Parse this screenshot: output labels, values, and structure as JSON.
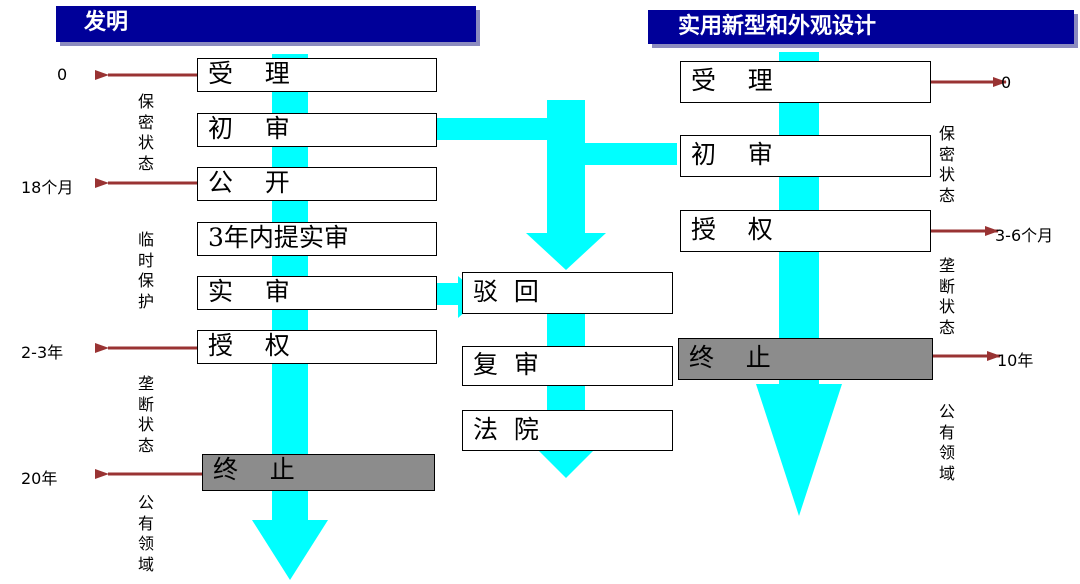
{
  "left_panel": {
    "title": "发明",
    "boxes": [
      "受    理",
      "初    审",
      "公    开",
      "3年内提实审",
      "实    审",
      "授    权",
      "终    止"
    ],
    "left_labels": [
      "0",
      "18个月",
      "2-3年",
      "20年"
    ],
    "state_labels": [
      "保密状态",
      "临时保护",
      "垄断状态",
      "公有领域"
    ]
  },
  "middle_panel": {
    "boxes": [
      "驳  回",
      "复  审",
      "法  院"
    ]
  },
  "right_panel": {
    "title": "实用新型和外观设计",
    "boxes": [
      "受    理",
      "初    审",
      "授    权",
      "终    止"
    ],
    "right_labels": [
      "0",
      "3-6个月",
      "10年"
    ],
    "state_labels": [
      "保密状态",
      "垄断状态",
      "公有领域"
    ]
  },
  "colors": {
    "flow": "#00ffff",
    "arrow": "#993333",
    "header": "#000099",
    "terminal": "#8c8c8c"
  }
}
